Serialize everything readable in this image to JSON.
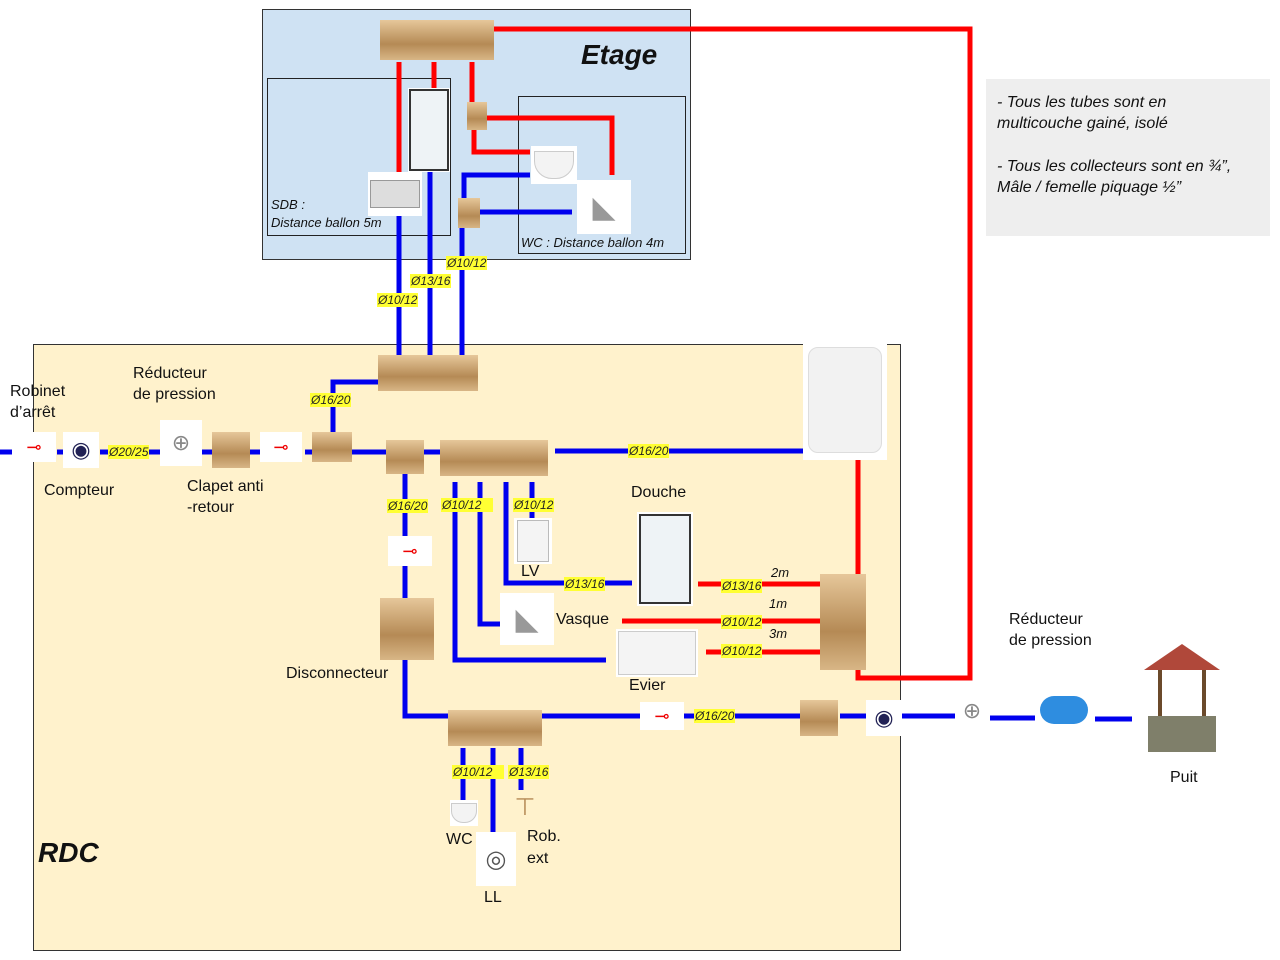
{
  "colors": {
    "hot": "#ff0000",
    "cold": "#0000ee",
    "etage_bg": "#cfe2f3",
    "rdc_bg": "#fff2cc",
    "note_bg": "#eeeeee",
    "diameter_bg": "#ffff33"
  },
  "zones": {
    "etage": {
      "title": "Etage"
    },
    "rdc": {
      "title": "RDC"
    },
    "sdb": {
      "label_line1": "SDB :",
      "label_line2": "Distance ballon 5m"
    },
    "wc": {
      "label": "WC : Distance ballon 4m"
    }
  },
  "notes": {
    "line1": "- Tous les tubes sont en",
    "line2": "multicouche gainé, isolé",
    "line3": "- Tous les collecteurs sont en ¾”,",
    "line4": "Mâle / femelle piquage ½”"
  },
  "labels": {
    "robinet_arret_1": "Robinet",
    "robinet_arret_2": "d’arrêt",
    "compteur": "Compteur",
    "reducteur_1": "Réducteur",
    "reducteur_2": "de pression",
    "clapet_1": "Clapet anti",
    "clapet_2": "-retour",
    "douche": "Douche",
    "lv": "LV",
    "vasque": "Vasque",
    "evier": "Evier",
    "disconnecteur": "Disconnecteur",
    "wc_rdc": "WC",
    "ll": "LL",
    "rob_ext_1": "Rob.",
    "rob_ext_2": "ext",
    "reducteur_puit_1": "Réducteur",
    "reducteur_puit_2": "de pression",
    "puit": "Puit"
  },
  "diameters": {
    "main_inlet": "Ø20/25",
    "to_etage_collector": "Ø16/20",
    "etage_sdb_vasque": "Ø10/12",
    "etage_sdb_douche": "Ø13/16",
    "etage_wc": "Ø10/12",
    "to_ballon": "Ø16/20",
    "to_disconnecteur": "Ø16/20",
    "evier_cold": "Ø10/12",
    "lv_cold": "Ø10/12",
    "douche_cold": "Ø13/16",
    "douche_hot": "Ø13/16",
    "vasque_hot": "Ø10/12",
    "evier_hot": "Ø10/12",
    "well_line": "Ø16/20",
    "wc_rdc": "Ø10/12",
    "rob_ext": "Ø13/16"
  },
  "lengths": {
    "douche": "2m",
    "vasque": "1m",
    "evier": "3m"
  }
}
